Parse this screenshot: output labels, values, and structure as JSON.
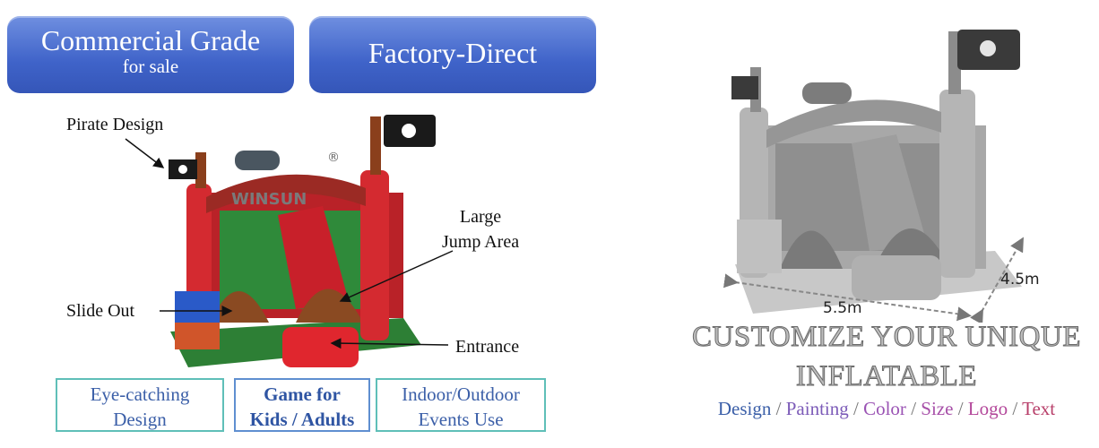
{
  "badges": {
    "left": {
      "main": "Commercial Grade",
      "sub": "for sale"
    },
    "right": {
      "main": "Factory-Direct"
    }
  },
  "callouts": {
    "pirate": "Pirate Design",
    "large_line1": "Large",
    "large_line2": "Jump Area",
    "slide": "Slide Out",
    "entrance": "Entrance"
  },
  "features": [
    {
      "line1": "Eye-catching",
      "line2": "Design"
    },
    {
      "line1": "Game for",
      "line2": "Kids / Adults"
    },
    {
      "line1": "Indoor/Outdoor",
      "line2": "Events Use"
    }
  ],
  "headline": {
    "line1": "CUSTOMIZE YOUR UNIQUE",
    "line2": "INFLATABLE"
  },
  "customize": {
    "options": [
      {
        "label": "Design",
        "color": "#3b5fa8"
      },
      {
        "label": "Painting",
        "color": "#7c5bb8"
      },
      {
        "label": "Color",
        "color": "#9a53b4"
      },
      {
        "label": "Size",
        "color": "#a74fa8"
      },
      {
        "label": "Logo",
        "color": "#b3479a"
      },
      {
        "label": "Text",
        "color": "#b83f6a"
      }
    ],
    "separator": "/"
  },
  "dimensions": {
    "length": "5.5m",
    "width": "4.5m"
  },
  "brand": {
    "logo_text": "WINSUN",
    "registered": "®"
  },
  "colors": {
    "badge_blue": "#4a6cd0",
    "feature_blue": "#3b5fa8",
    "bouncer_red": "#c8202a",
    "bouncer_green": "#2f8a3a"
  }
}
